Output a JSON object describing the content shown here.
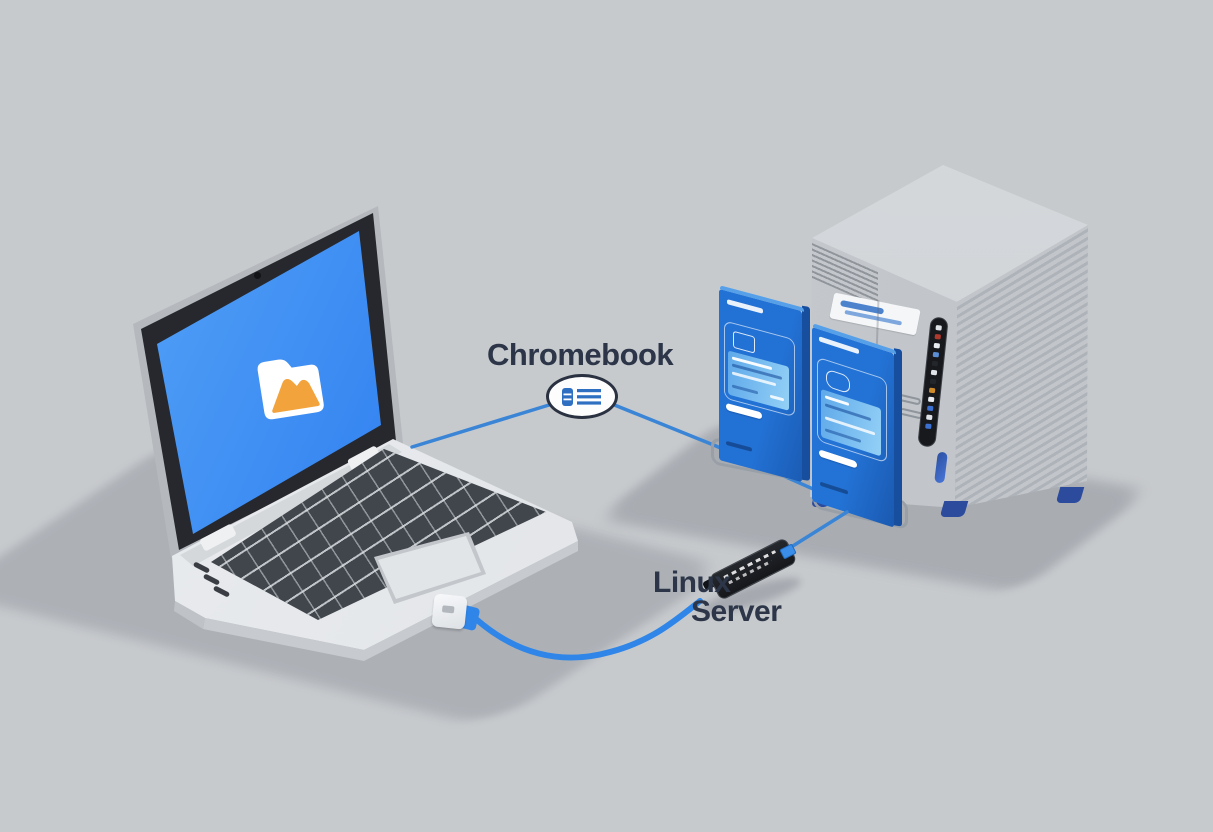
{
  "scene": {
    "background_color": "#c7cacd",
    "shadow_color": "#a7abb1",
    "accent_blue": "#2f86e8",
    "line_blue": "#3b85d6",
    "label_color": "#2c3648"
  },
  "labels": {
    "chromebook": "Chromebook",
    "linux_line1": "Linux",
    "linux_line2": "Server"
  },
  "chromebook": {
    "screen_icon": "folder-image-icon",
    "screen_color_top": "#5fadf8",
    "screen_color_bottom": "#1a63dc",
    "folder_accent_color": "#f2a33c"
  },
  "connector_node": {
    "icon": "file-transfer-icon",
    "icon_color": "#2e6fc2"
  },
  "server": {
    "body_color": "#c5c9cd",
    "feet_color": "#2c4b9d",
    "led_colors": [
      "#dfe3e8",
      "#b0392e",
      "#e8ecf0",
      "#5a8fd6",
      "#23262b",
      "#dfe3e8",
      "#23262b",
      "#cf8a2a",
      "#e8ecf0",
      "#3b6fd0",
      "#dfe3e8",
      "#3b6fd0"
    ]
  },
  "drive_cards": {
    "count": 2,
    "body_color": "#2271d4",
    "screen_color": "#6fb2ec",
    "progress_color": "#ffffff"
  },
  "connections": [
    {
      "from": "chromebook",
      "to": "connector-node"
    },
    {
      "from": "connector-node",
      "to": "drive-cards"
    },
    {
      "from": "drive-cards",
      "to": "usb-dongle"
    },
    {
      "from": "usb-dongle",
      "to": "chromebook-usb-plug"
    }
  ]
}
